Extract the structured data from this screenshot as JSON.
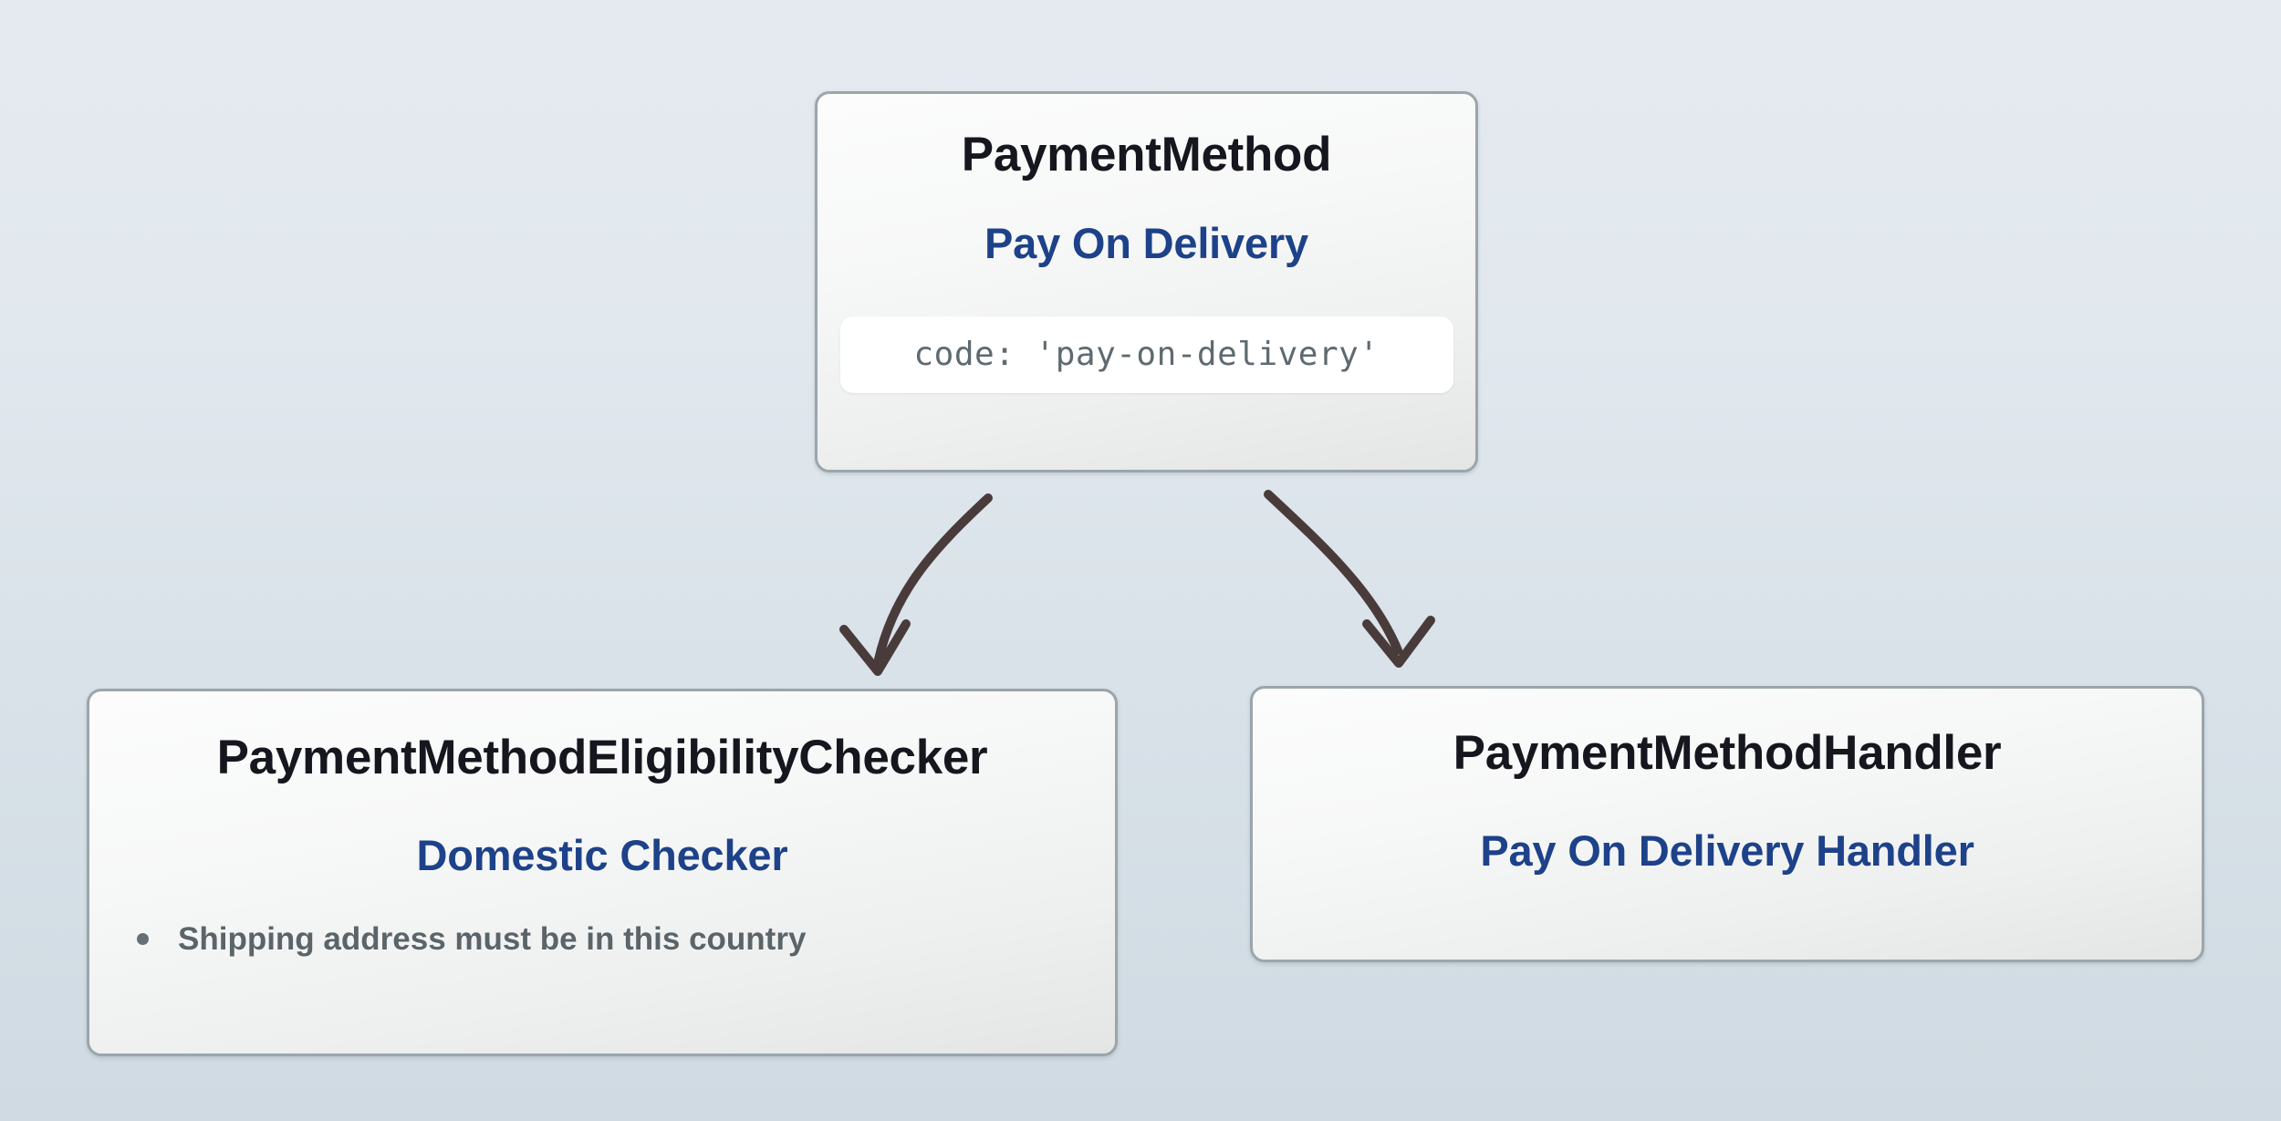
{
  "diagram": {
    "type": "hierarchy",
    "background_top_color": "#e5eaf0",
    "background_bottom_color": "#cfdae2",
    "accent_blue": "#1d4289",
    "title_color": "#16161e",
    "muted_text_color": "#5b6469",
    "node_border_color": "#9ba6ab",
    "arrow_color": "#4a3b3b"
  },
  "nodes": {
    "payment_method": {
      "title": "PaymentMethod",
      "subtitle": "Pay On Delivery",
      "code": "code: 'pay-on-delivery'"
    },
    "eligibility_checker": {
      "title": "PaymentMethodEligibilityChecker",
      "subtitle": "Domestic Checker",
      "bullets": [
        "Shipping address must be in this country"
      ]
    },
    "payment_handler": {
      "title": "PaymentMethodHandler",
      "subtitle": "Pay On Delivery Handler"
    }
  },
  "edges": [
    {
      "id": "edge-to-eligibility-checker",
      "from": "payment_method",
      "to": "eligibility_checker",
      "style": "curved-arrow"
    },
    {
      "id": "edge-to-payment-handler",
      "from": "payment_method",
      "to": "payment_handler",
      "style": "curved-arrow"
    }
  ]
}
